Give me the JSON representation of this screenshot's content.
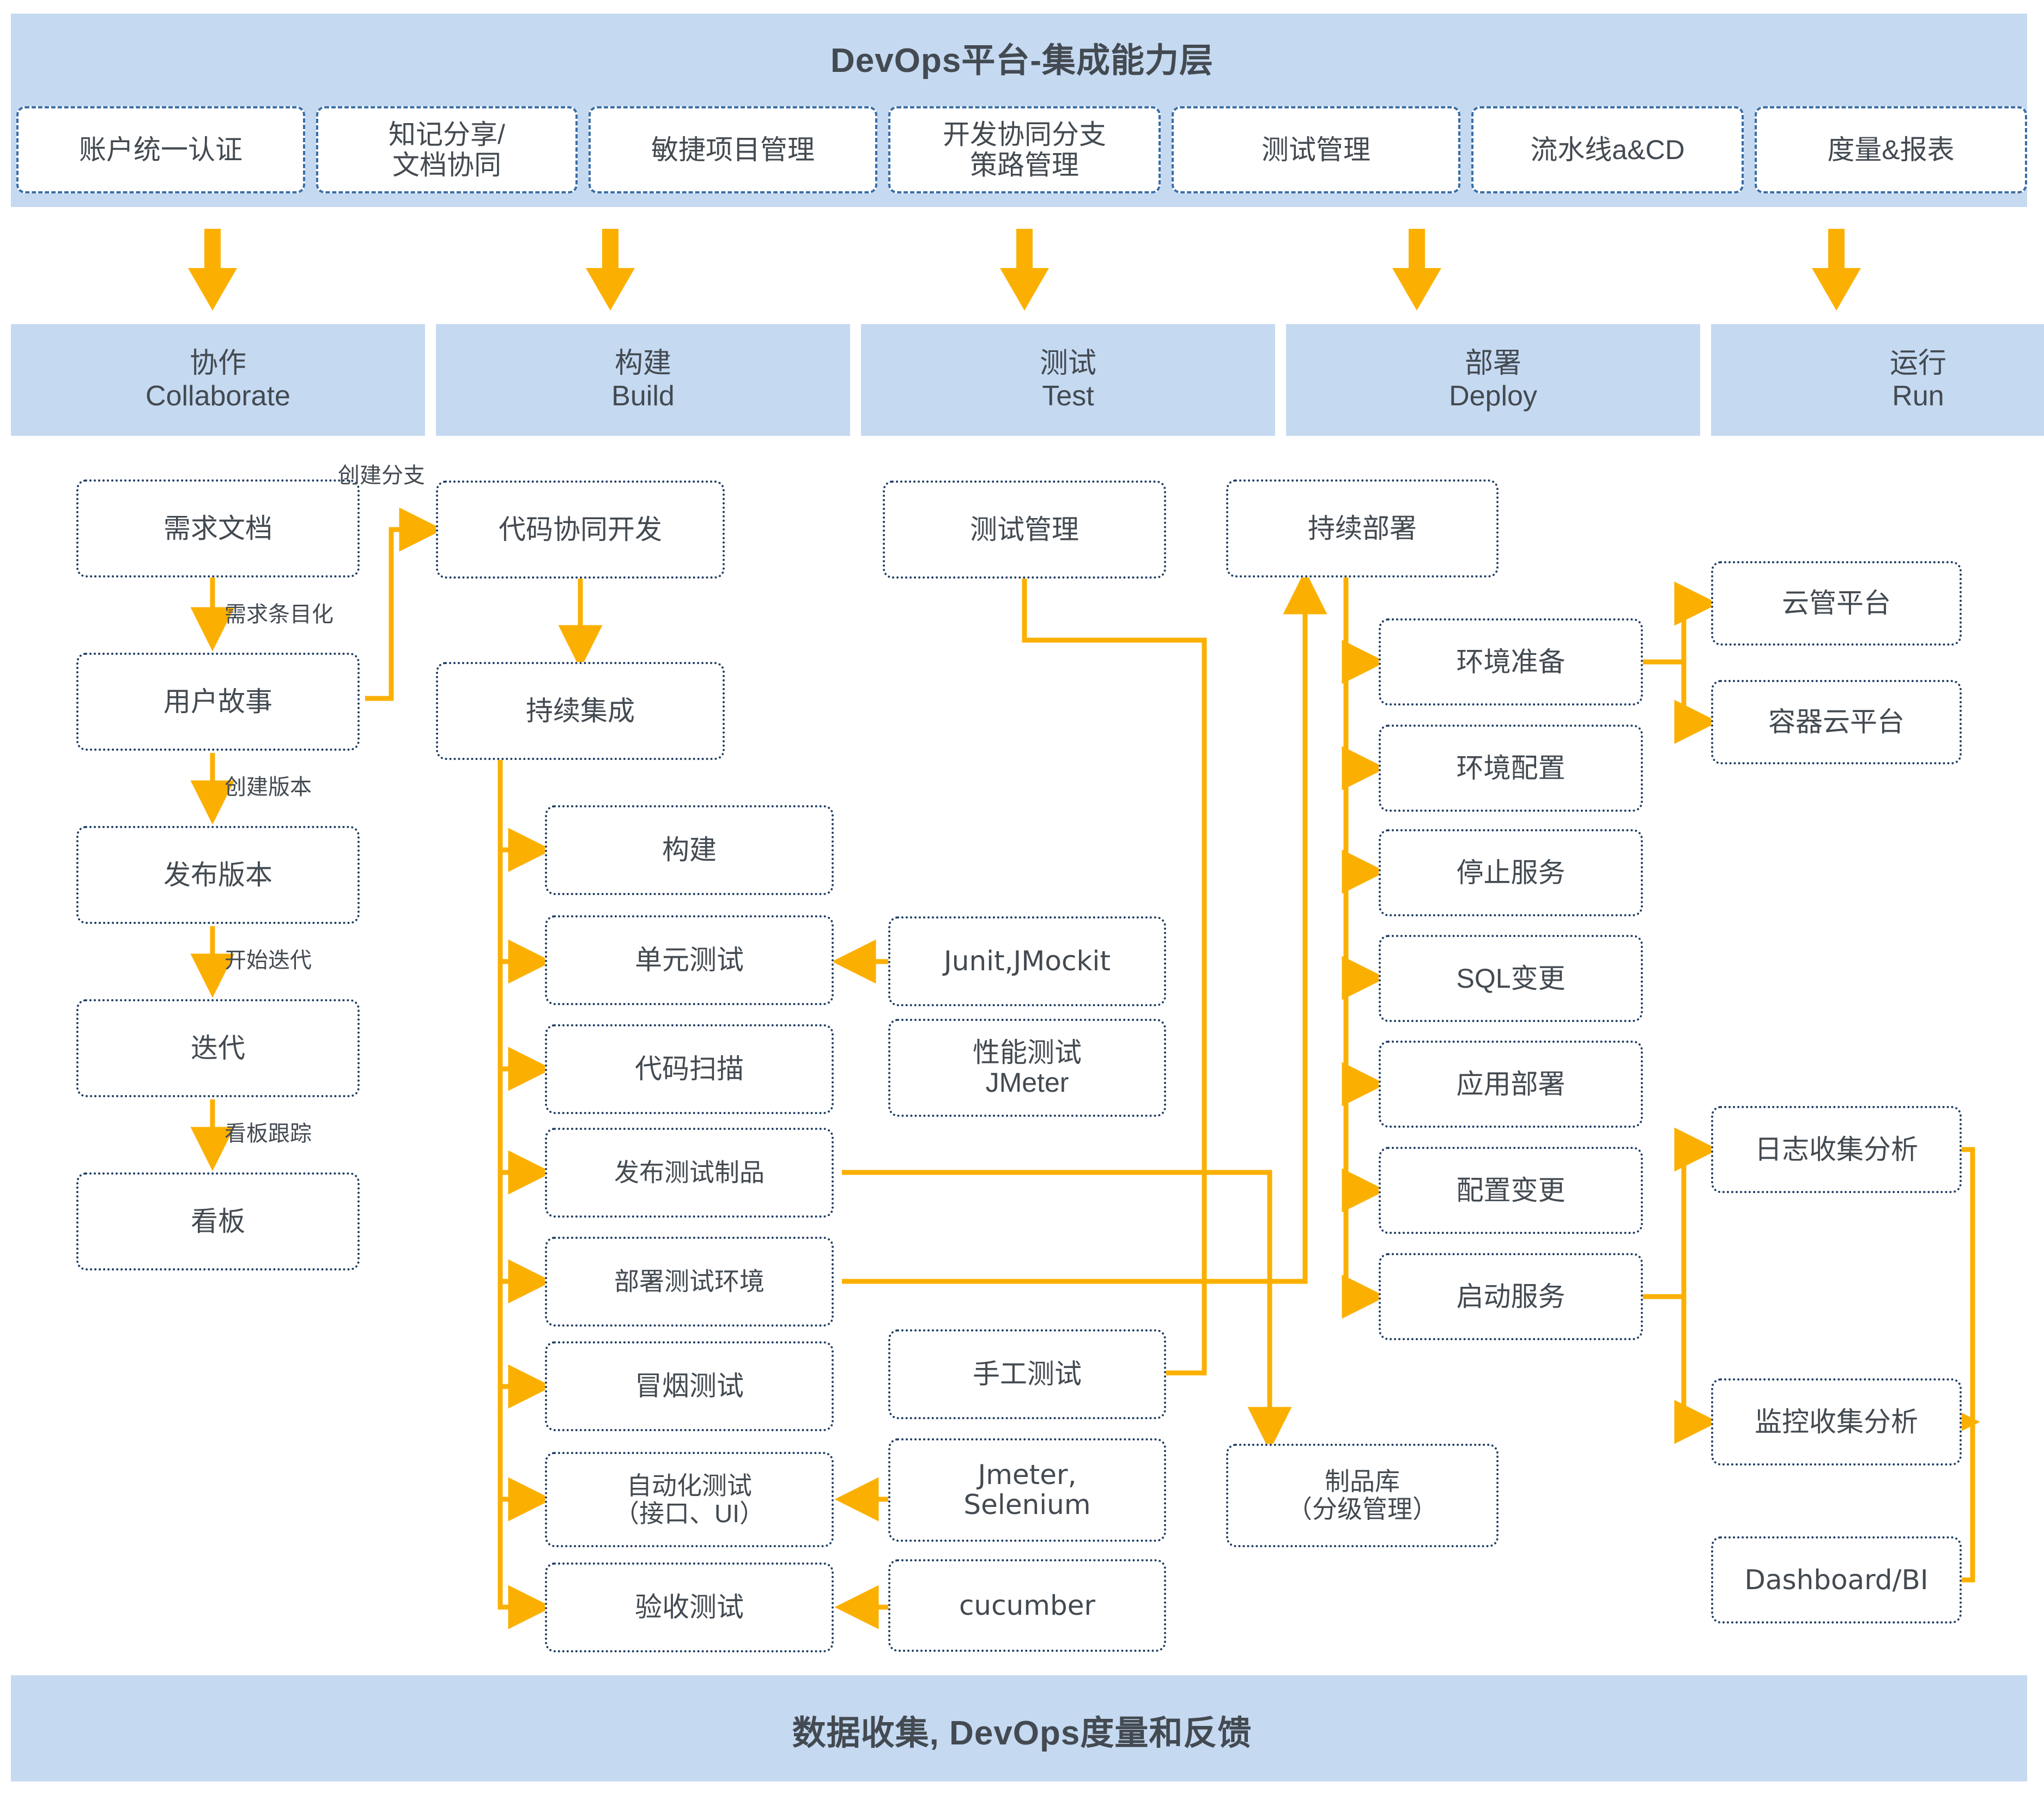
{
  "colors": {
    "band": "#c5d9f1",
    "arrow": "#fbb001",
    "box_border": "#1f3d63",
    "cap_border": "#3a6ea5",
    "text": "#434a51"
  },
  "capability_layer": {
    "title": "DevOps平台-集成能力层",
    "items": [
      {
        "label": "账户统一认证"
      },
      {
        "label": "知记分享/\n文档协同"
      },
      {
        "label": "敏捷项目管理"
      },
      {
        "label": "开发协同分支\n策路管理"
      },
      {
        "label": "测试管理"
      },
      {
        "label": "流水线a&CD"
      },
      {
        "label": "度量&报表"
      }
    ]
  },
  "stages": [
    {
      "cn": "协作",
      "en": "Collaborate"
    },
    {
      "cn": "构建",
      "en": "Build"
    },
    {
      "cn": "测试",
      "en": "Test"
    },
    {
      "cn": "部署",
      "en": "Deploy"
    },
    {
      "cn": "运行",
      "en": "Run"
    }
  ],
  "collaborate": {
    "nodes": [
      {
        "label": "需求文档"
      },
      {
        "label": "用户故事"
      },
      {
        "label": "发布版本"
      },
      {
        "label": "迭代"
      },
      {
        "label": "看板"
      }
    ],
    "edge_labels": [
      "需求条目化",
      "创建版本",
      "开始迭代",
      "看板跟踪"
    ]
  },
  "build": {
    "top_edge_label": "创建分支",
    "head": [
      {
        "label": "代码协同开发"
      },
      {
        "label": "持续集成"
      }
    ],
    "steps": [
      {
        "label": "构建"
      },
      {
        "label": "单元测试"
      },
      {
        "label": "代码扫描"
      },
      {
        "label": "发布测试制品"
      },
      {
        "label": "部署测试环境"
      },
      {
        "label": "冒烟测试"
      },
      {
        "label": "自动化测试\n（接口、UI）"
      },
      {
        "label": "验收测试"
      }
    ]
  },
  "test": {
    "head": {
      "label": "测试管理"
    },
    "tools": [
      {
        "label": "Junit,JMockit"
      },
      {
        "label": "性能测试\nJMeter"
      },
      {
        "label": "手工测试"
      },
      {
        "label": "Jmeter,\nSelenium"
      },
      {
        "label": "cucumber"
      }
    ],
    "artifact_repo": {
      "label": "制品库\n（分级管理）"
    }
  },
  "deploy": {
    "head": {
      "label": "持续部署"
    },
    "steps": [
      {
        "label": "环境准备"
      },
      {
        "label": "环境配置"
      },
      {
        "label": "停止服务"
      },
      {
        "label": "SQL变更"
      },
      {
        "label": "应用部署"
      },
      {
        "label": "配置变更"
      },
      {
        "label": "启动服务"
      }
    ]
  },
  "run": {
    "platforms": [
      {
        "label": "云管平台"
      },
      {
        "label": "容器云平台"
      }
    ],
    "analytics": [
      {
        "label": "日志收集分析"
      },
      {
        "label": "监控收集分析"
      },
      {
        "label": "Dashboard/BI"
      }
    ]
  },
  "bottom_band": {
    "title": "数据收集, DevOps度量和反馈"
  }
}
